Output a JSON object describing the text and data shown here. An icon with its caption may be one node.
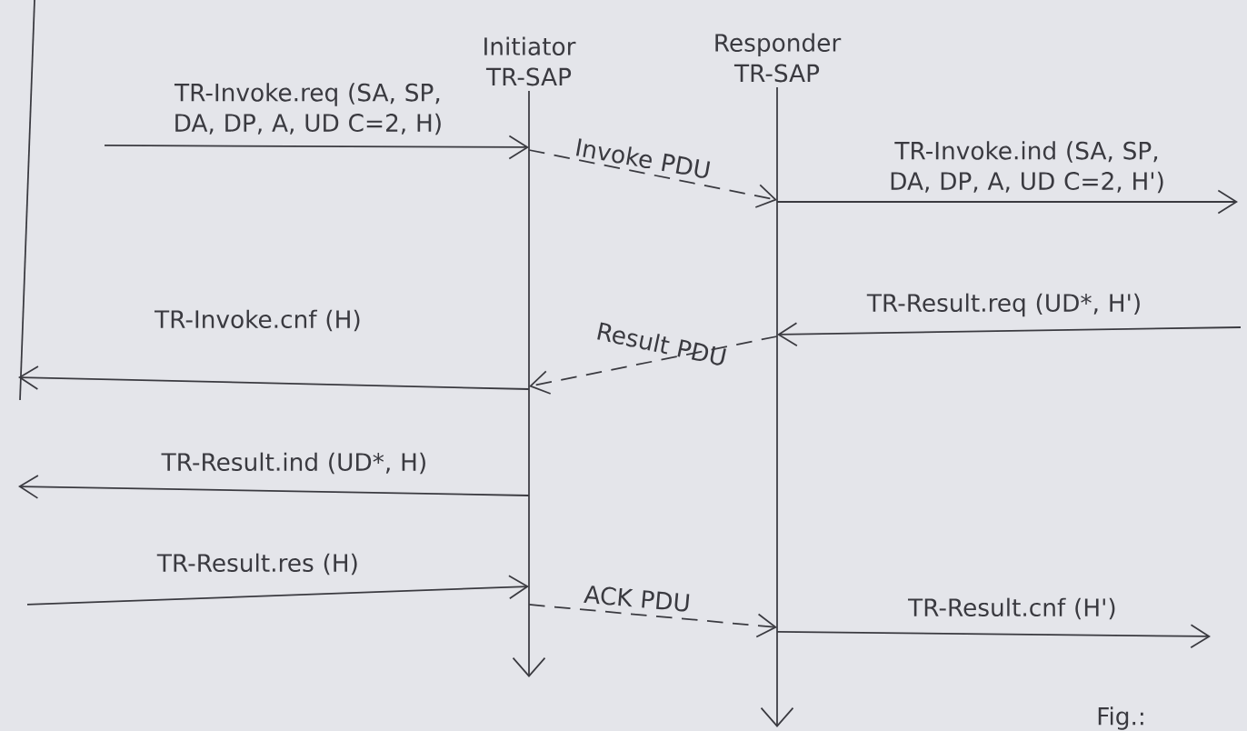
{
  "diagram": {
    "nodes": [
      {
        "text": [
          "Initiator TR-SAP"
        ]
      },
      {
        "text": [
          "Responder TR-SAP"
        ]
      }
    ],
    "edges": [
      {
        "from": null,
        "to": 0,
        "arrow": "to",
        "label": "TR-Invoke.req (SA, SP, DA, DP, A, UD C=2, H)"
      },
      {
        "from": 0,
        "to": 1,
        "arrow": "to",
        "style": "dashed",
        "label": "Invoke PDU"
      },
      {
        "from": 1,
        "to": null,
        "arrow": "to",
        "label": "TR-Invoke.ind (SA, SP, DA, DP, A, UD C=2, H')"
      },
      {
        "from": null,
        "to": 1,
        "arrow": "to",
        "label": "TR-Result.req (UD*, H')"
      },
      {
        "from": 1,
        "to": 0,
        "arrow": "to",
        "style": "dashed",
        "label": "Result PDU"
      },
      {
        "from": 0,
        "to": null,
        "arrow": "to",
        "label": "TR-Invoke.cnf (H)"
      },
      {
        "from": 0,
        "to": null,
        "arrow": "to",
        "label": "TR-Result.ind (UD*, H)"
      },
      {
        "from": null,
        "to": 0,
        "arrow": "to",
        "label": "TR-Result.res (H)"
      },
      {
        "from": 0,
        "to": 1,
        "arrow": "to",
        "style": "dashed",
        "label": "ACK PDU"
      },
      {
        "from": 1,
        "to": null,
        "arrow": "to",
        "label": "TR-Result.cnf (H')"
      }
    ],
    "labels": [
      "Fig.:"
    ]
  }
}
